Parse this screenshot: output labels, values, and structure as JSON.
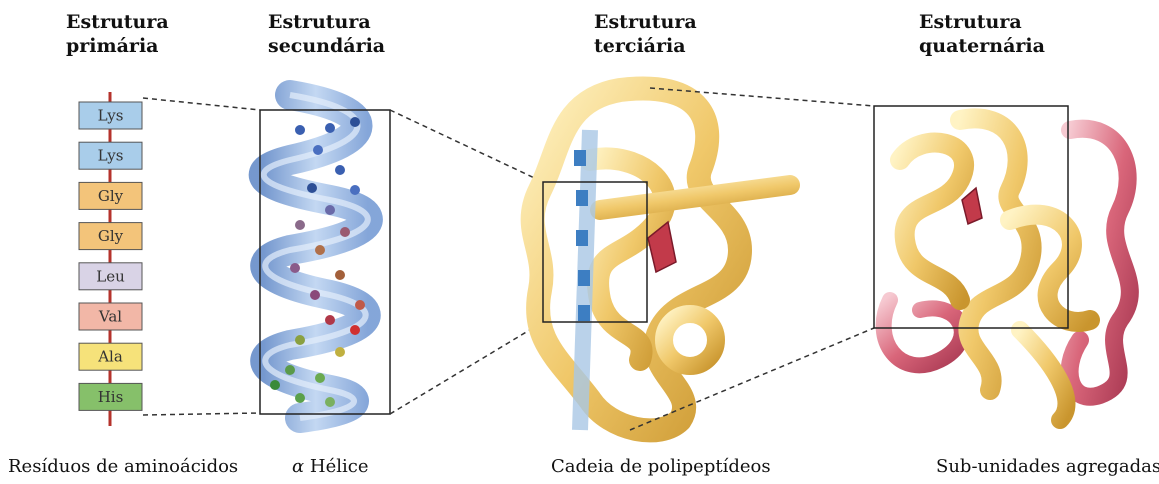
{
  "titles": {
    "primary": [
      "Estrutura",
      "primária"
    ],
    "secondary": [
      "Estrutura",
      "secundária"
    ],
    "tertiary": [
      "Estrutura",
      "terciária"
    ],
    "quaternary": [
      "Estrutura",
      "quaternária"
    ]
  },
  "residues": [
    {
      "label": "Lys",
      "color": "#a9cdea"
    },
    {
      "label": "Lys",
      "color": "#a9cdea"
    },
    {
      "label": "Gly",
      "color": "#f3c47a"
    },
    {
      "label": "Gly",
      "color": "#f3c47a"
    },
    {
      "label": "Leu",
      "color": "#d9d3e6"
    },
    {
      "label": "Val",
      "color": "#f2b7a7"
    },
    {
      "label": "Ala",
      "color": "#f6e27a"
    },
    {
      "label": "His",
      "color": "#86c06a"
    }
  ],
  "captions": {
    "residues": "Resíduos de aminoácidos",
    "helix_symbol": "α",
    "helix": "Hélice",
    "polypeptide": "Cadeia de polipeptídeos",
    "subunits": "Sub-unidades agregadas"
  },
  "colors": {
    "helix": "#7fa6dc",
    "tertiary_chain": "#f0c86a",
    "quaternary_second_chain": "#d9667a",
    "chain_backbone": "#b5332c"
  }
}
